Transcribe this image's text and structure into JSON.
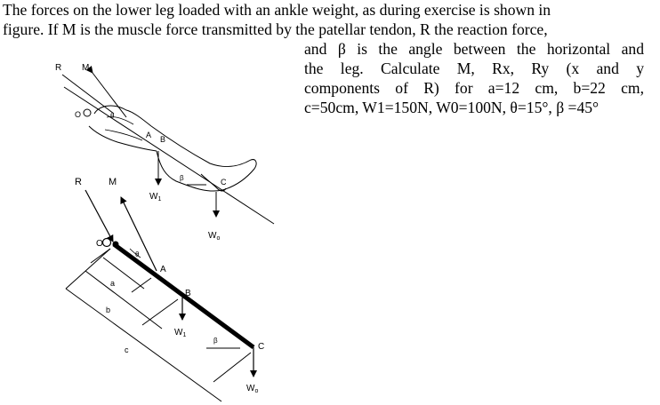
{
  "problem": {
    "line1": "The forces on the lower leg loaded with an ankle weight, as during exercise is shown in",
    "line2": "figure. If M is the muscle force transmitted by the patellar tendon, R the reaction force,",
    "right_lines": [
      "and β is the angle between the horizontal and",
      "the leg. Calculate M, Rx, Ry (x and y",
      "components of R) for a=12 cm, b=22 cm,",
      "c=50cm, W1=150N, W0=100N, θ=15°, β =45°"
    ]
  },
  "figure_top": {
    "label_R": "R",
    "label_M": "M",
    "label_O": "O",
    "label_theta": "θ",
    "label_A": "A",
    "label_B": "B",
    "label_beta": "β",
    "label_C": "C",
    "label_W1": "W",
    "label_W1_sub": "1",
    "label_W0": "W",
    "label_W0_sub": "o"
  },
  "figure_bottom": {
    "label_R": "R",
    "label_M": "M",
    "label_O": "O",
    "label_theta": "θ",
    "label_A": "A",
    "label_B": "B",
    "label_beta": "β",
    "label_C": "C",
    "label_a": "a",
    "label_b": "b",
    "label_c": "c",
    "label_W1": "W",
    "label_W1_sub": "1",
    "label_W0": "W",
    "label_W0_sub": "o"
  }
}
